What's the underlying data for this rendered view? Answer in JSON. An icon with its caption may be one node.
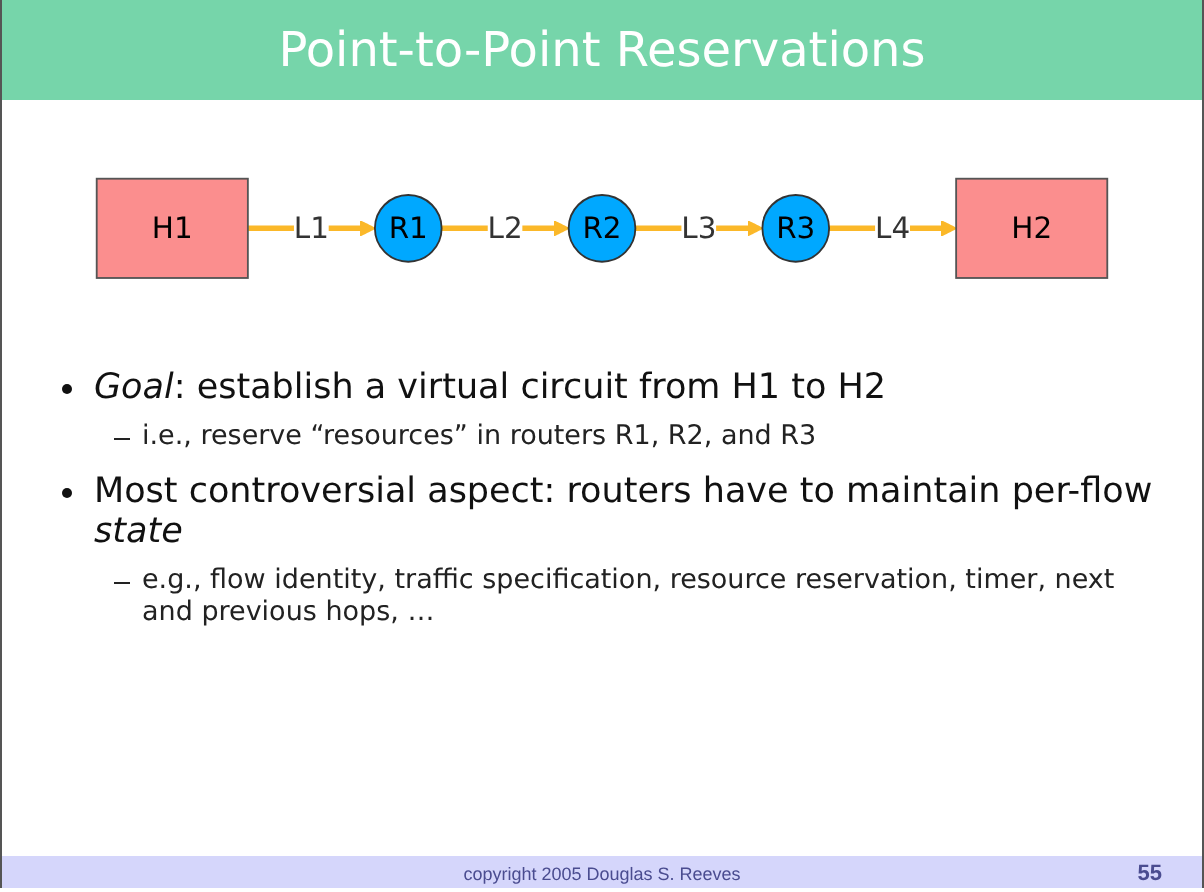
{
  "diagram": {
    "title": "Point-to-Point Reservations",
    "nodes": [
      {
        "text": [
          "H1"
        ]
      },
      {
        "text": [
          "R1"
        ]
      },
      {
        "text": [
          "R2"
        ]
      },
      {
        "text": [
          "R3"
        ]
      },
      {
        "text": [
          "H2"
        ]
      }
    ],
    "edges": [
      {
        "from": 0,
        "to": 1,
        "arrow": "to",
        "label": "L1"
      },
      {
        "from": 1,
        "to": 2,
        "arrow": "to",
        "label": "L2"
      },
      {
        "from": 2,
        "to": 3,
        "arrow": "to",
        "label": "L3"
      },
      {
        "from": 3,
        "to": 4,
        "arrow": "to",
        "label": "L4"
      }
    ],
    "labels": [
      "*Goal*: establish a virtual circuit from H1 to H2",
      "i.e., reserve “resources” in routers R1, R2, and R3",
      "Most controversial aspect: routers have to maintain per-flow *state*",
      "e.g., flow identity, traffic specification, resource reservation, timer, next and previous hops, …",
      "copyright 2005 Douglas S. Reeves",
      "55"
    ]
  }
}
